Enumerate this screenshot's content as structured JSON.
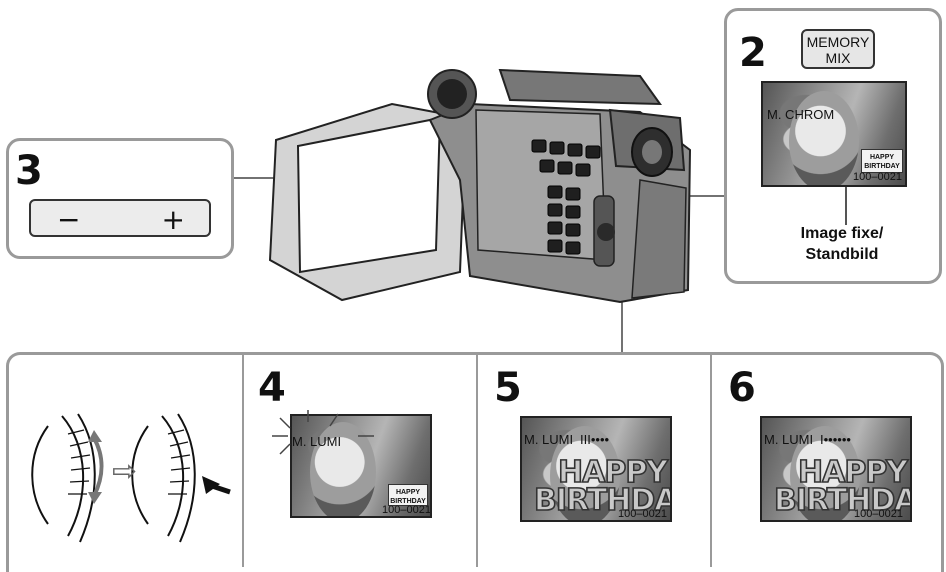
{
  "steps": {
    "s2": "2",
    "s3": "3",
    "s4": "4",
    "s5": "5",
    "s6": "6"
  },
  "memory_mix_button": {
    "line1": "MEMORY",
    "line2": "MIX"
  },
  "rocker": {
    "minus": "−",
    "plus": "+"
  },
  "panel2": {
    "overlay_label": "M. CHROM",
    "card_line1": "HAPPY",
    "card_line2": "BIRTHDAY",
    "counter": "100–0021",
    "caption_line1": "Image fixe/",
    "caption_line2": "Standbild"
  },
  "panel4": {
    "overlay_label": "M. LUMI",
    "card_line1": "HAPPY",
    "card_line2": "BIRTHDAY",
    "counter": "100–0021"
  },
  "panel5": {
    "overlay_label": "M. LUMI",
    "level": "III••••",
    "big_line1": "HAPPY",
    "big_line2": "BIRTHDAY",
    "counter": "100–0021"
  },
  "panel6": {
    "overlay_label": "M. LUMI",
    "level": "I••••••",
    "big_line1": "HAPPY",
    "big_line2": "BIRTHDAY",
    "counter": "100–0021"
  },
  "dial_arrow": "⇨"
}
